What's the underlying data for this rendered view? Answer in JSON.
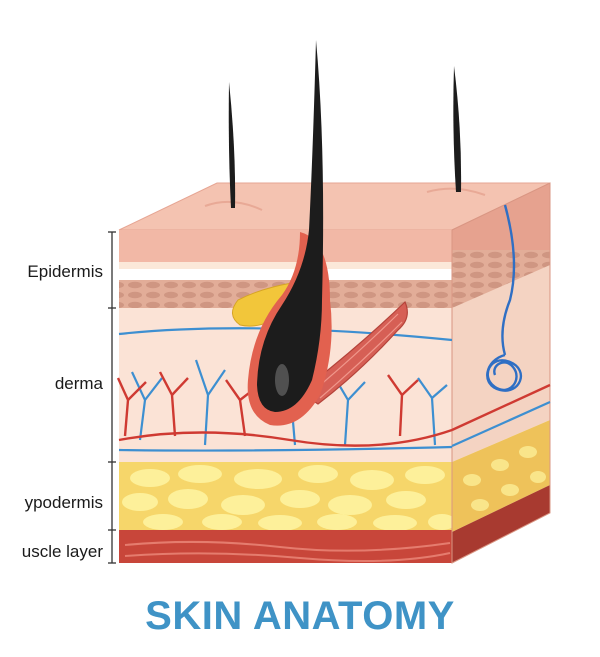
{
  "labels": {
    "epidermis": "Epidermis",
    "derma": "derma",
    "hypodermis": "ypodermis",
    "muscle": "uscle layer"
  },
  "title": "SKIN ANATOMY",
  "colors": {
    "title": "#3f93c6",
    "epidermis": "#f2b8a6",
    "derma": "#fbe3d6",
    "hypodermis": "#f6d66a",
    "fat_globule": "#fdf09a",
    "muscle": "#c8463a",
    "hair": "#1c1c1c",
    "vein": "#3d8fd1",
    "artery": "#cf3a32",
    "sebaceous_gland": "#f2c63a"
  }
}
